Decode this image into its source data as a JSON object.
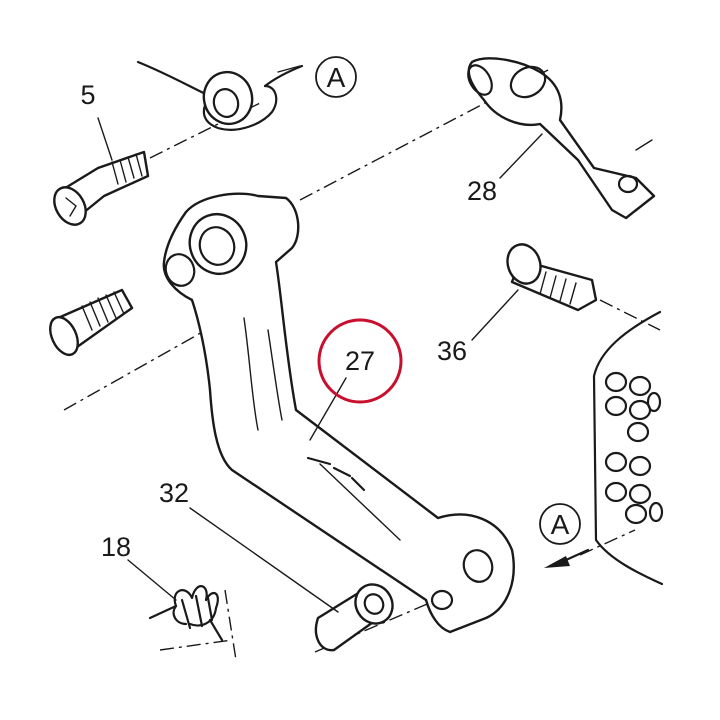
{
  "callouts": {
    "c5": "5",
    "c28": "28",
    "c36": "36",
    "c27": "27",
    "c32": "32",
    "c18": "18"
  },
  "view_markers": {
    "top": "A",
    "right": "A"
  },
  "colors": {
    "line": "#1a1a1a",
    "highlight_ring": "#c8102e",
    "background": "#ffffff"
  }
}
